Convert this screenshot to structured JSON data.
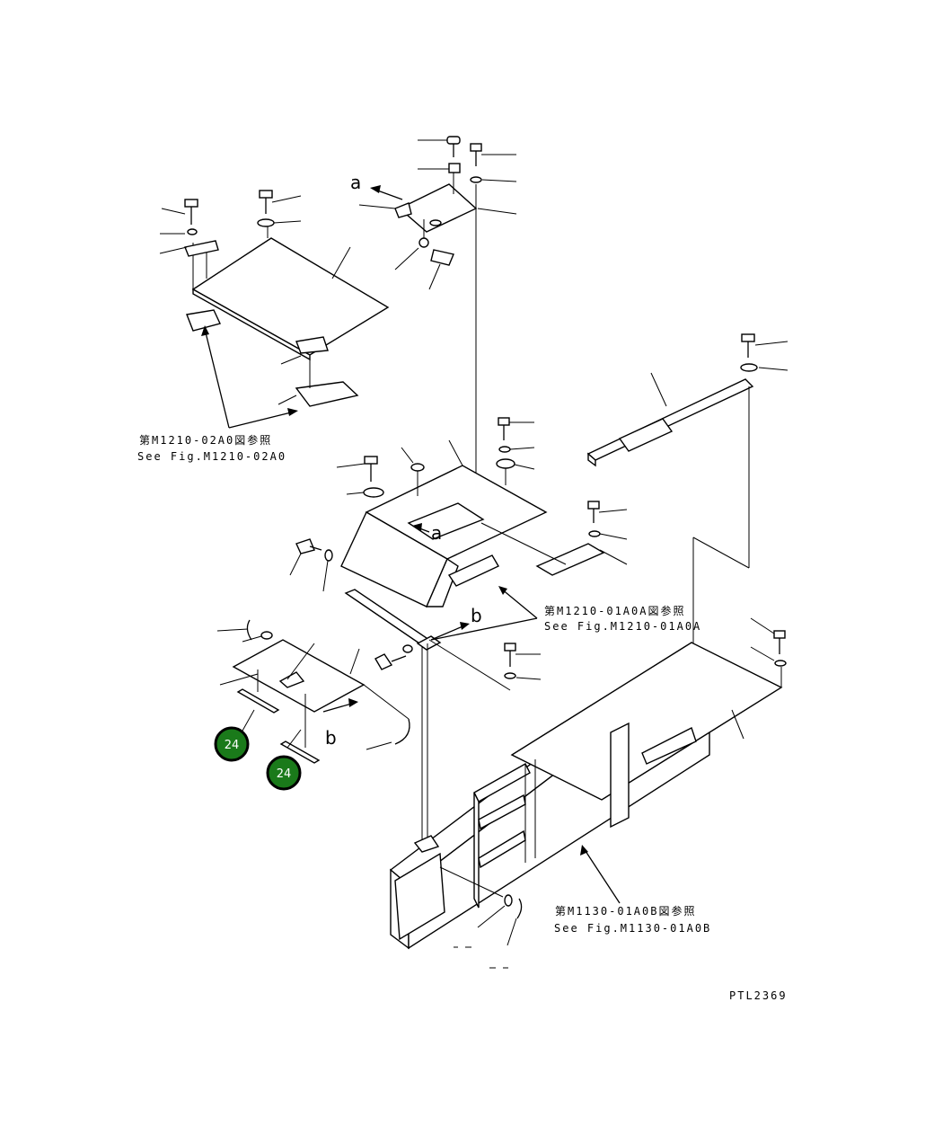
{
  "letters": {
    "a": "a",
    "b": "b"
  },
  "references": [
    {
      "jp": "第M1210-02A0図参照",
      "en": "See Fig.M1210-02A0"
    },
    {
      "jp": "第M1210-01A0A図参照",
      "en": "See Fig.M1210-01A0A"
    },
    {
      "jp": "第M1130-01A0B図参照",
      "en": "See Fig.M1130-01A0B"
    }
  ],
  "badges": [
    "24",
    "24"
  ],
  "code": "PTL2369",
  "colors": {
    "badge": "#1a7a1a",
    "line": "#000000"
  }
}
